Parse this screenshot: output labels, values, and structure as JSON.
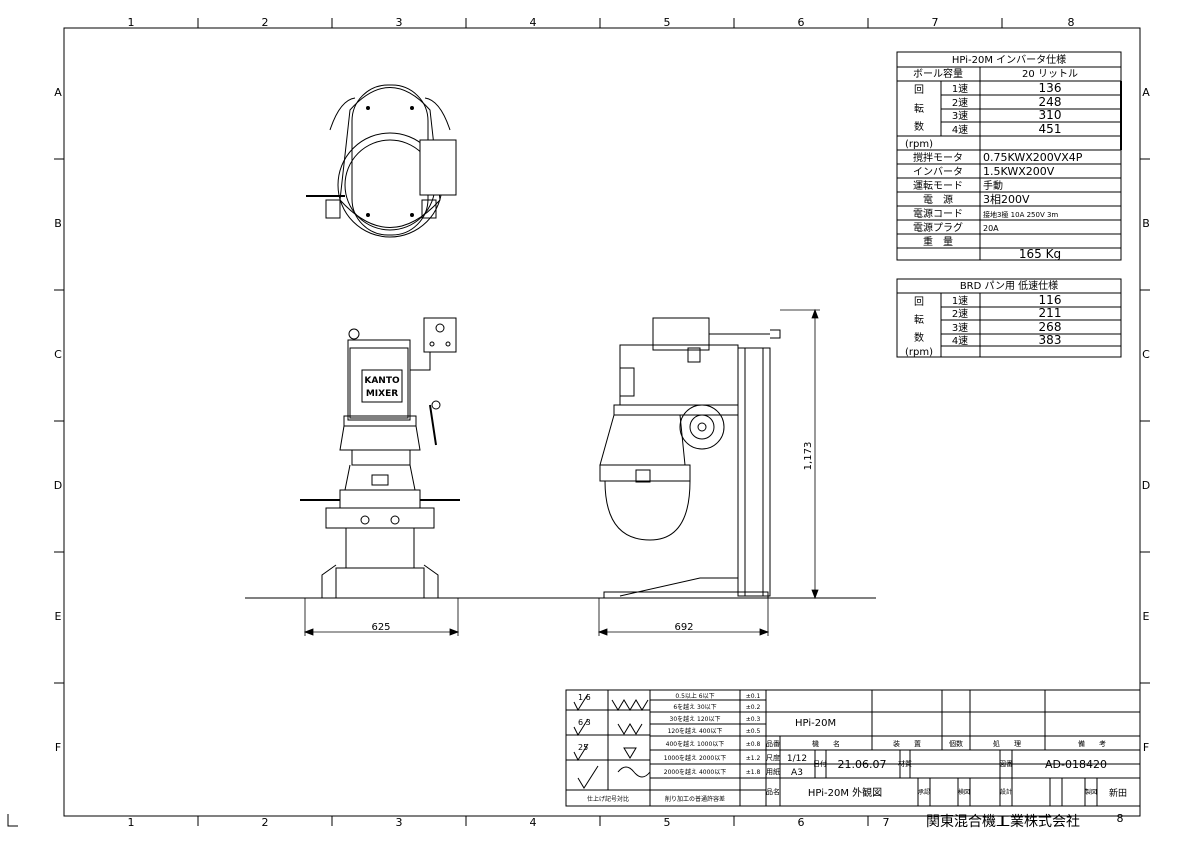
{
  "frame": {
    "columns": [
      "1",
      "2",
      "3",
      "4",
      "5",
      "6",
      "7",
      "8"
    ],
    "rows": [
      "A",
      "B",
      "C",
      "D",
      "E",
      "F"
    ]
  },
  "spec_table_1": {
    "title": "HPi-20M  インバータ仕様",
    "bowl_label": "ボール容量",
    "bowl_value": "20 リットル",
    "speed_group_chars": [
      "回",
      "転",
      "数"
    ],
    "rpm_label": "(rpm)",
    "speeds": [
      {
        "label": "1速",
        "value": "136"
      },
      {
        "label": "2速",
        "value": "248"
      },
      {
        "label": "3速",
        "value": "310"
      },
      {
        "label": "4速",
        "value": "451"
      }
    ],
    "rows": [
      {
        "label": "撹拌モータ",
        "value": "0.75KWX200VX4P"
      },
      {
        "label": "インバータ",
        "value": "1.5KWX200V"
      },
      {
        "label": "運転モード",
        "value": "手動"
      },
      {
        "label": "電　源",
        "value": "3相200V"
      },
      {
        "label": "電源コード",
        "value": "接地3極 10A 250V 3m"
      },
      {
        "label": "電源プラグ",
        "value": "20A"
      },
      {
        "label": "重　量",
        "value": "165 Kg"
      }
    ]
  },
  "spec_table_2": {
    "title": "BRD パン用 低速仕様",
    "speed_group_chars": [
      "回",
      "転",
      "数"
    ],
    "rpm_label": "(rpm)",
    "speeds": [
      {
        "label": "1速",
        "value": "116"
      },
      {
        "label": "2速",
        "value": "211"
      },
      {
        "label": "3速",
        "value": "268"
      },
      {
        "label": "4速",
        "value": "383"
      }
    ]
  },
  "dimensions": {
    "front_width": "625",
    "side_width": "692",
    "height": "1,173"
  },
  "logo_text": [
    "KANTO",
    "MIXER"
  ],
  "tolerance_table": {
    "symbols": [
      "1.6",
      "6.3",
      "25"
    ],
    "ranges": [
      {
        "range": "0.5以上 6以下",
        "tol": "±0.1"
      },
      {
        "range": "6を越え 30以下",
        "tol": "±0.2"
      },
      {
        "range": "30を越え 120以下",
        "tol": "±0.3"
      },
      {
        "range": "120を越え 400以下",
        "tol": "±0.5"
      },
      {
        "range": "400を越え 1000以下",
        "tol": "±0.8"
      },
      {
        "range": "1000を越え 2000以下",
        "tol": "±1.2"
      },
      {
        "range": "2000を越え 4000以下",
        "tol": "±1.8"
      }
    ],
    "footer_left": "仕上げ記号対比",
    "footer_right": "削り加工の普通許容差"
  },
  "title_block": {
    "part_number": "HPi-20M",
    "col_item_no": "品番",
    "col_name": "機　　名",
    "col_device": "装　　置",
    "col_qty": "個数",
    "col_process": "処　　理",
    "col_remarks": "備　　考",
    "scale_label": "尺度",
    "scale_value": "1/12",
    "date_label": "日付",
    "date_value": "21.06.07",
    "material_label": "材質",
    "paper_label": "用紙",
    "paper_value": "A3",
    "drawing_no_label": "図番",
    "drawing_no": "AD-018420",
    "name_label": "品名",
    "drawing_name": "HPi-20M  外観図",
    "approve_label": "承認",
    "check_label": "検図",
    "design_label": "設計",
    "draw_label": "製図",
    "drafter": "新田",
    "company": "関東混合機工業株式会社"
  }
}
